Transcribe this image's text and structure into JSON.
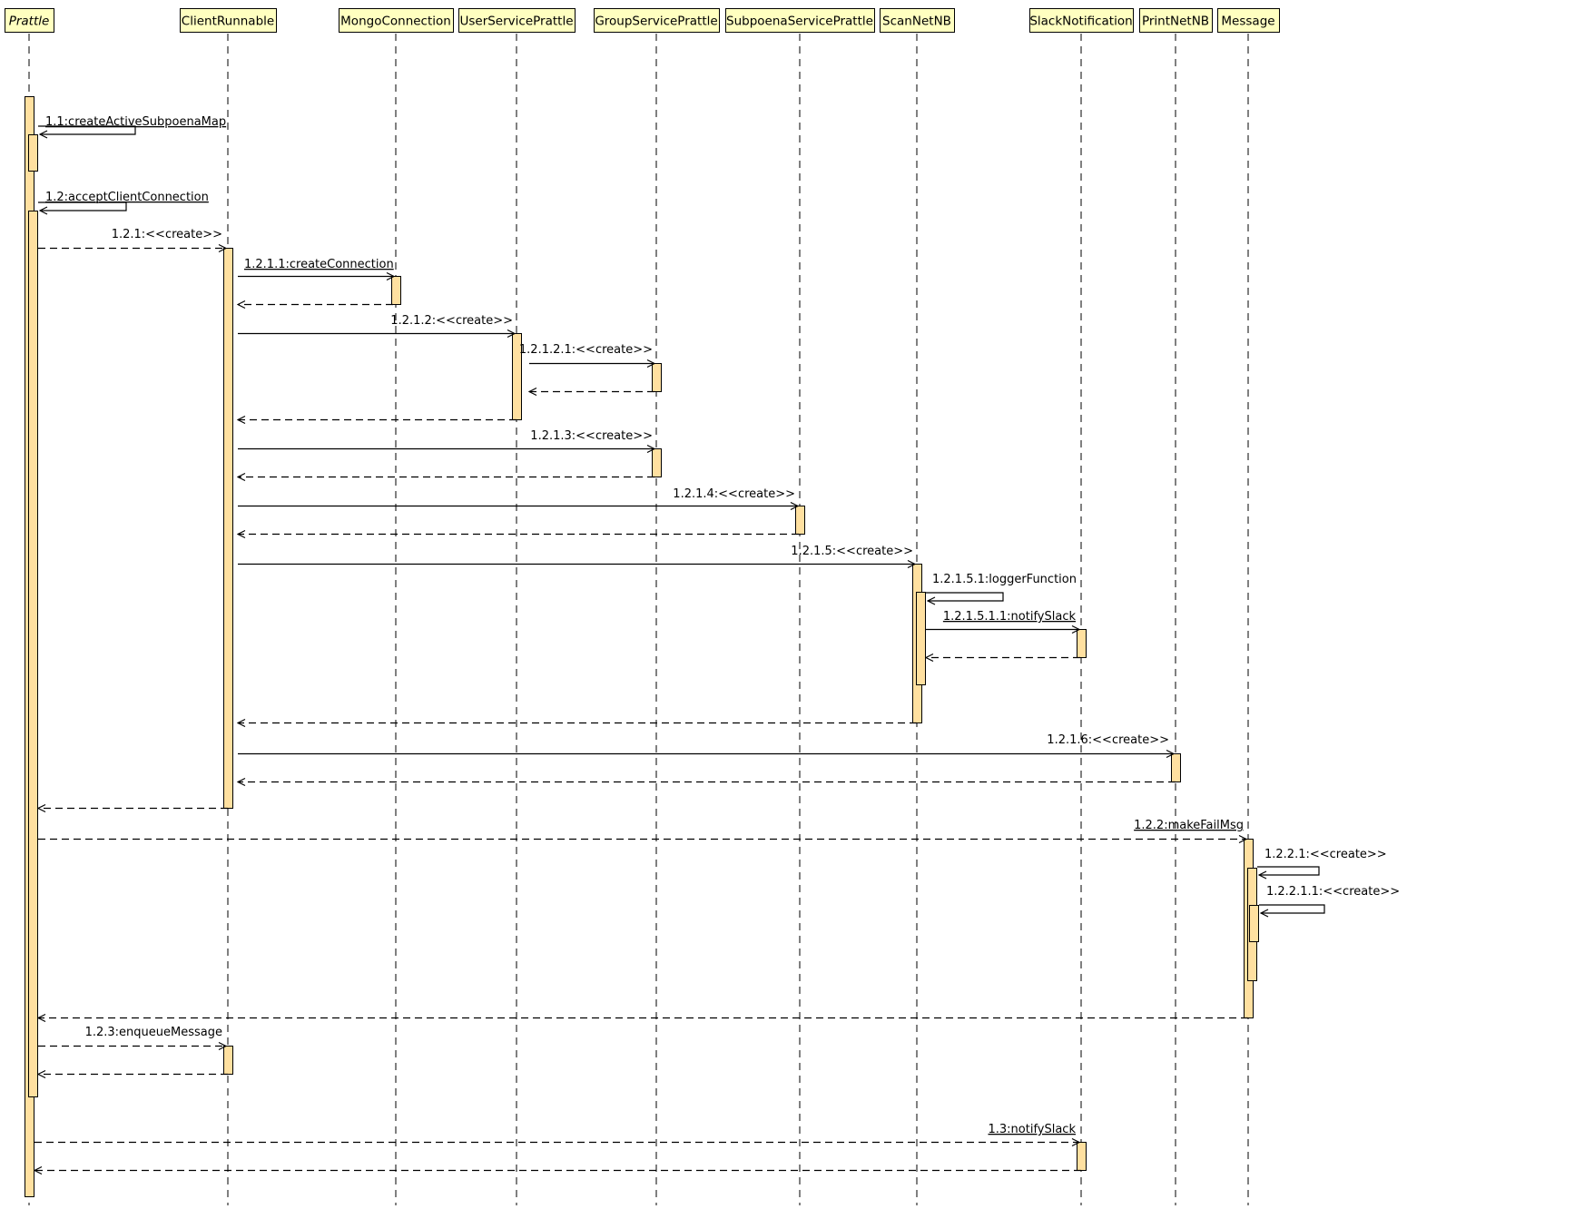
{
  "diagram": {
    "type": "UML sequence diagram",
    "colors": {
      "background": "#ffffff",
      "header_fill": "#ffffc0",
      "activation_fill": "#ffe0a0",
      "line": "#000000"
    },
    "lifelines": [
      {
        "id": "prattle",
        "name": "Prattle",
        "italic": true
      },
      {
        "id": "client",
        "name": "ClientRunnable"
      },
      {
        "id": "mongo",
        "name": "MongoConnection"
      },
      {
        "id": "userSvc",
        "name": "UserServicePrattle"
      },
      {
        "id": "groupSvc",
        "name": "GroupServicePrattle"
      },
      {
        "id": "subpoenaSvc",
        "name": "SubpoenaServicePrattle"
      },
      {
        "id": "scan",
        "name": "ScanNetNB"
      },
      {
        "id": "slack",
        "name": "SlackNotification"
      },
      {
        "id": "print",
        "name": "PrintNetNB"
      },
      {
        "id": "message",
        "name": "Message"
      }
    ],
    "messages": [
      {
        "label": "1.1:createActiveSubpoenaMap",
        "from": "prattle",
        "to": "prattle",
        "kind": "self",
        "underline": true
      },
      {
        "label": "1.2:acceptClientConnection",
        "from": "prattle",
        "to": "prattle",
        "kind": "self",
        "underline": true
      },
      {
        "label": "1.2.1:<<create>>",
        "from": "prattle",
        "to": "client",
        "kind": "create"
      },
      {
        "label": "1.2.1.1:createConnection",
        "from": "client",
        "to": "mongo",
        "kind": "call",
        "underline": true
      },
      {
        "label": "",
        "from": "mongo",
        "to": "client",
        "kind": "return"
      },
      {
        "label": "1.2.1.2:<<create>>",
        "from": "client",
        "to": "userSvc",
        "kind": "call"
      },
      {
        "label": "1.2.1.2.1:<<create>>",
        "from": "userSvc",
        "to": "groupSvc",
        "kind": "call"
      },
      {
        "label": "",
        "from": "groupSvc",
        "to": "userSvc",
        "kind": "return"
      },
      {
        "label": "",
        "from": "userSvc",
        "to": "client",
        "kind": "return"
      },
      {
        "label": "1.2.1.3:<<create>>",
        "from": "client",
        "to": "groupSvc",
        "kind": "call"
      },
      {
        "label": "",
        "from": "groupSvc",
        "to": "client",
        "kind": "return"
      },
      {
        "label": "1.2.1.4:<<create>>",
        "from": "client",
        "to": "subpoenaSvc",
        "kind": "call"
      },
      {
        "label": "",
        "from": "subpoenaSvc",
        "to": "client",
        "kind": "return"
      },
      {
        "label": "1.2.1.5:<<create>>",
        "from": "client",
        "to": "scan",
        "kind": "call"
      },
      {
        "label": "1.2.1.5.1:loggerFunction",
        "from": "scan",
        "to": "scan",
        "kind": "self"
      },
      {
        "label": "1.2.1.5.1.1:notifySlack",
        "from": "scan",
        "to": "slack",
        "kind": "call",
        "underline": true
      },
      {
        "label": "",
        "from": "slack",
        "to": "scan",
        "kind": "return"
      },
      {
        "label": "",
        "from": "scan",
        "to": "client",
        "kind": "return"
      },
      {
        "label": "1.2.1.6:<<create>>",
        "from": "client",
        "to": "print",
        "kind": "call"
      },
      {
        "label": "",
        "from": "print",
        "to": "client",
        "kind": "return"
      },
      {
        "label": "",
        "from": "client",
        "to": "prattle",
        "kind": "return"
      },
      {
        "label": "1.2.2:makeFailMsg",
        "from": "prattle",
        "to": "message",
        "kind": "create",
        "underline": true
      },
      {
        "label": "1.2.2.1:<<create>>",
        "from": "message",
        "to": "message",
        "kind": "self"
      },
      {
        "label": "1.2.2.1.1:<<create>>",
        "from": "message",
        "to": "message",
        "kind": "self"
      },
      {
        "label": "",
        "from": "message",
        "to": "prattle",
        "kind": "return"
      },
      {
        "label": "1.2.3:enqueueMessage",
        "from": "prattle",
        "to": "client",
        "kind": "create"
      },
      {
        "label": "",
        "from": "client",
        "to": "prattle",
        "kind": "return"
      },
      {
        "label": "1.3:notifySlack",
        "from": "prattle",
        "to": "slack",
        "kind": "create",
        "underline": true
      },
      {
        "label": "",
        "from": "slack",
        "to": "prattle",
        "kind": "return"
      }
    ]
  }
}
